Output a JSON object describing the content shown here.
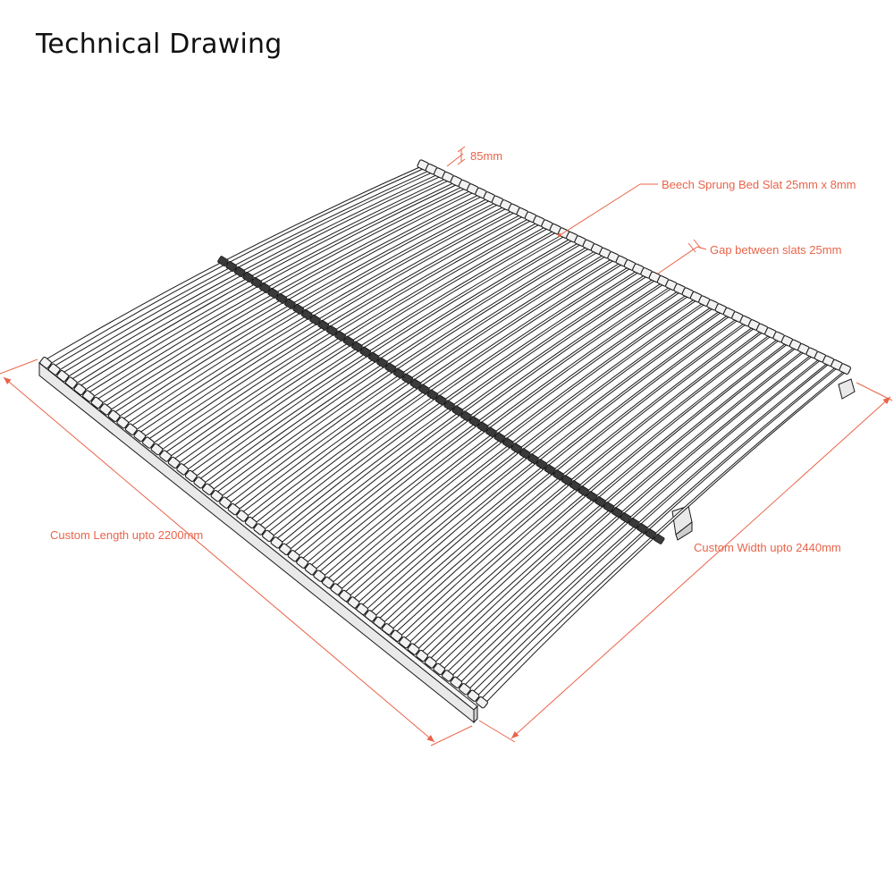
{
  "title": "Technical Drawing",
  "labels": {
    "height": "85mm",
    "slat": "Beech Sprung Bed Slat 25mm x 8mm",
    "gap": "Gap between slats 25mm",
    "length": "Custom Length upto 2200mm",
    "width": "Custom Width upto 2440mm"
  },
  "colors": {
    "annotation": "#e8644a",
    "line": "#1a1a1a",
    "frame_face": "#e9e9e9",
    "frame_side": "#cfcfcf"
  }
}
